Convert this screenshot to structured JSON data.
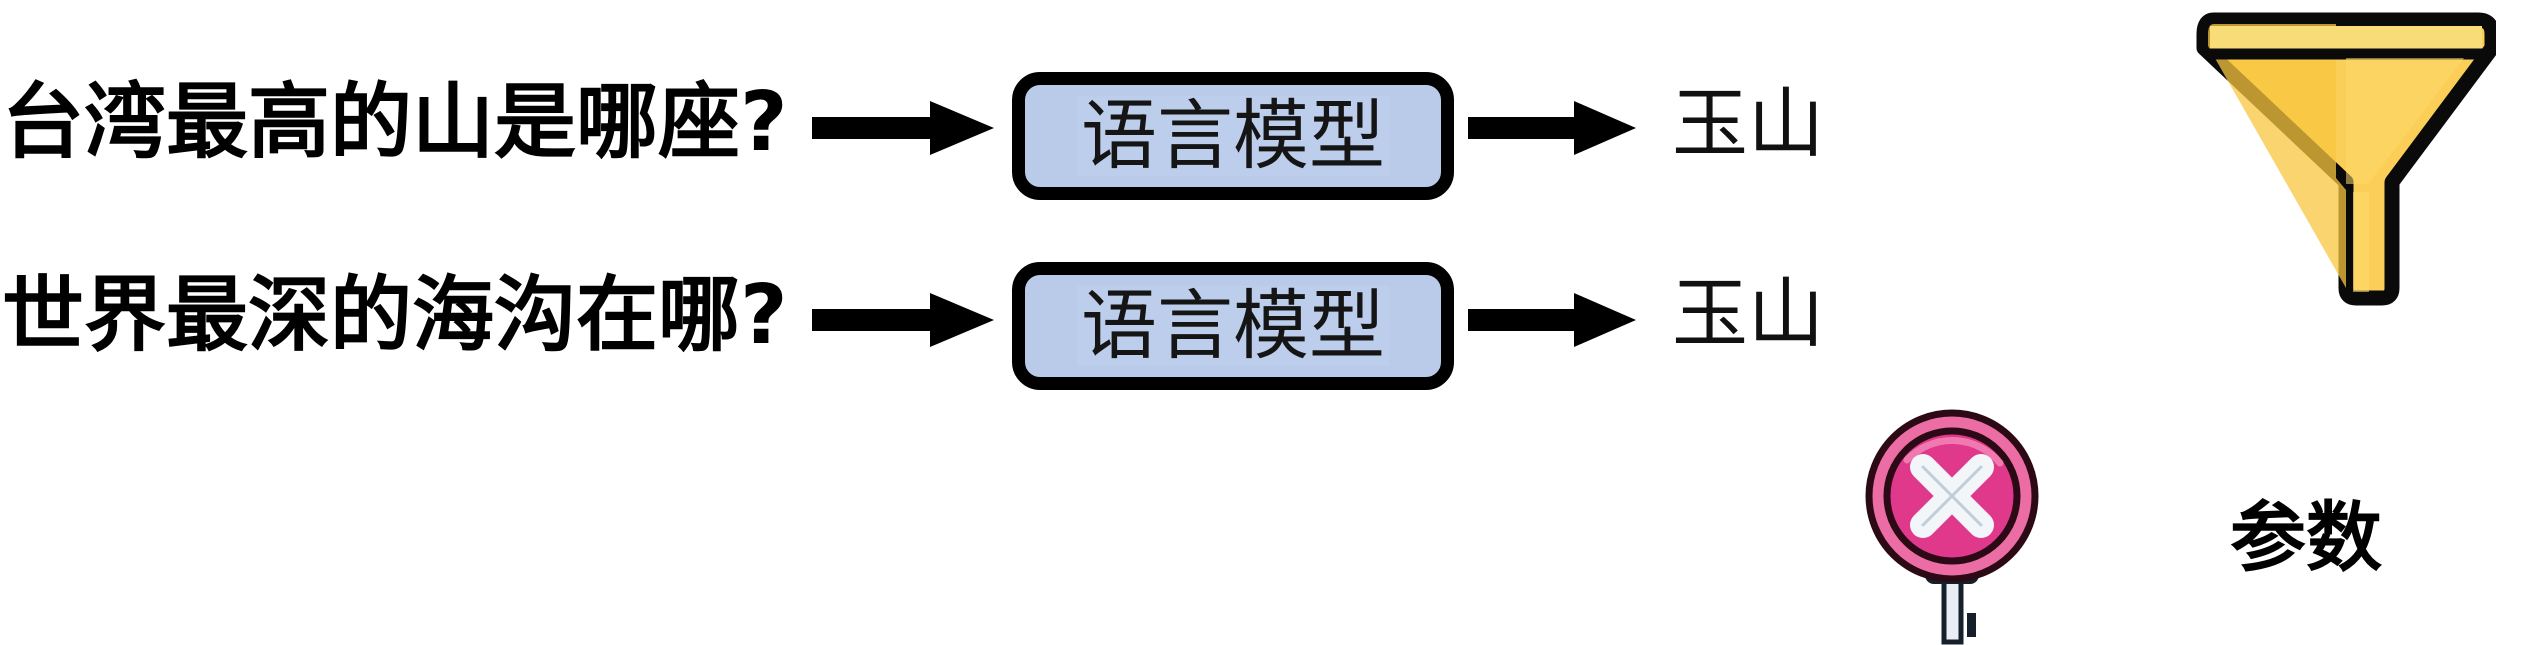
{
  "diagram": {
    "title": "language-model-inference-diagram",
    "background_color": "#ffffff",
    "rows": [
      {
        "question": "台湾最高的山是哪座?",
        "model_label": "语言模型",
        "answer": "玉山",
        "verdict_icon": "",
        "verdict": "correct"
      },
      {
        "question": "世界最深的海沟在哪?",
        "model_label": "语言模型",
        "answer": "玉山",
        "verdict_icon": "cross-stamp-icon",
        "verdict": "incorrect"
      }
    ],
    "arrows": {
      "input_arrow_name": "input-arrow",
      "output_arrow_name": "output-arrow"
    },
    "sidebar": {
      "icon": "funnel-icon",
      "caption": "参数"
    },
    "colors": {
      "model_box_fill": "#b9cbe8",
      "model_box_border": "#000000",
      "funnel_light": "#f8dc77",
      "funnel_mid": "#fbcf57",
      "funnel_deep": "#f8c63f",
      "funnel_outline": "#0a0a0a",
      "stamp_outer_pink": "#ec6ca4",
      "stamp_inner_pink": "#e0388b",
      "stamp_outline": "#2b0a16",
      "stamp_cross": "#f2f6f9",
      "stamp_collar": "#4a6074",
      "stamp_handle": "#e8eef4",
      "text": "#000000"
    }
  }
}
